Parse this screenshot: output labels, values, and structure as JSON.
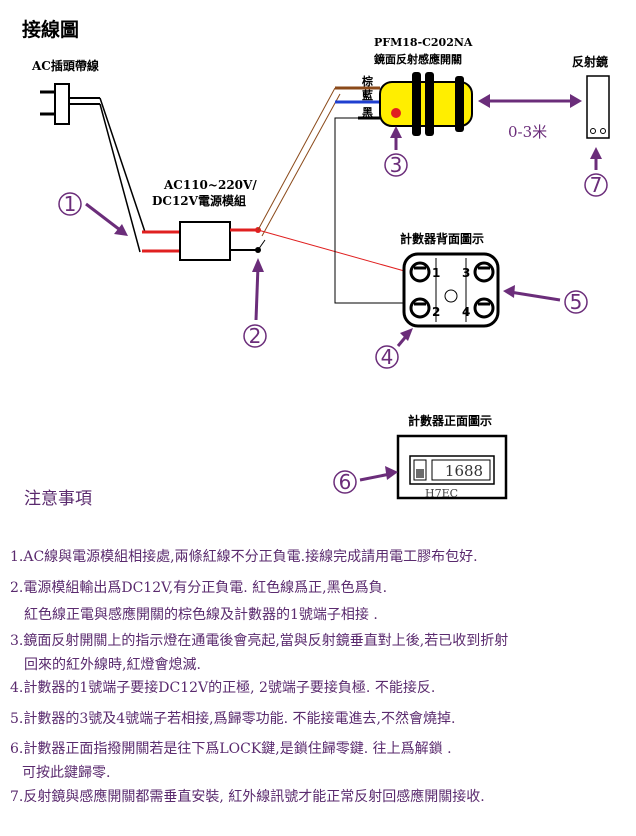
{
  "title": "接線圖",
  "labels": {
    "ac_plug": "AC插頭帶線",
    "sensor_model": "PFM18-C202NA",
    "sensor_name": "鏡面反射感應開關",
    "reflector": "反射鏡",
    "wire_brown": "棕",
    "wire_blue": "藍",
    "wire_black": "黑",
    "distance": "0-3米",
    "psu_line1": "AC110~220V/",
    "psu_line2": "DC12V電源模組",
    "counter_back": "計數器背面圖示",
    "counter_front": "計數器正面圖示",
    "counter_display": "1688",
    "counter_brand": "H7EC",
    "terminal_1": "1",
    "terminal_2": "2",
    "terminal_3": "3",
    "terminal_4": "4"
  },
  "callouts": [
    "1",
    "2",
    "3",
    "4",
    "5",
    "6",
    "7"
  ],
  "notes": {
    "heading": "注意事項",
    "items": [
      "1.AC線與電源模組相接處,兩條紅線不分正負電.接線完成請用電工膠布包好.",
      "2.電源模組輸出爲DC12V,有分正負電. 紅色線爲正,黑色爲負.",
      "紅色線正電與感應開關的棕色線及計數器的1號端子相接 .",
      "3.鏡面反射開關上的指示燈在通電後會亮起,當與反射鏡垂直對上後,若已收到折射",
      "回來的紅外線時,紅燈會熄滅.",
      "4.計數器的1號端子要接DC12V的正極, 2號端子要接負極. 不能接反.",
      "5.計數器的3號及4號端子若相接,爲歸零功能. 不能接電進去,不然會燒掉.",
      "6.計數器正面指撥開關若是往下爲LOCK鍵,是鎖住歸零鍵. 往上爲解鎖 .",
      "可按此鍵歸零.",
      "7.反射鏡與感應開關都需垂直安裝, 紅外線訊號才能正常反射回感應開關接收."
    ]
  },
  "colors": {
    "accent": "#6b2d7a",
    "wire_red": "#e02020",
    "wire_brown": "#8b4a1a",
    "wire_blue": "#1f3fd0",
    "sensor_body": "#ffee00"
  }
}
